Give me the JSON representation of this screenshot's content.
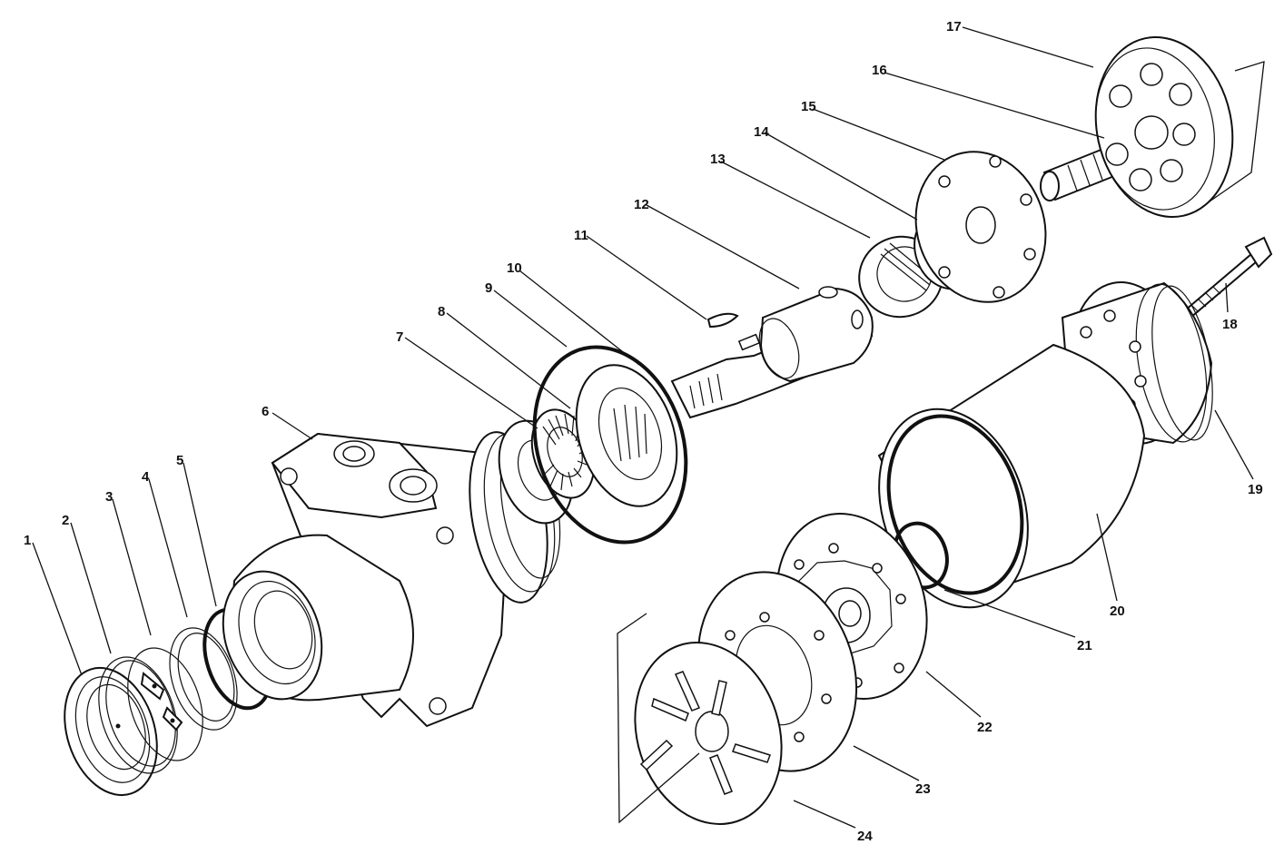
{
  "diagram": {
    "type": "exploded-parts-view",
    "callouts": [
      {
        "id": "1",
        "label": "1"
      },
      {
        "id": "2",
        "label": "2"
      },
      {
        "id": "3",
        "label": "3"
      },
      {
        "id": "4",
        "label": "4"
      },
      {
        "id": "5",
        "label": "5"
      },
      {
        "id": "6",
        "label": "6"
      },
      {
        "id": "7",
        "label": "7"
      },
      {
        "id": "8",
        "label": "8"
      },
      {
        "id": "9",
        "label": "9"
      },
      {
        "id": "10",
        "label": "10"
      },
      {
        "id": "11",
        "label": "11"
      },
      {
        "id": "12",
        "label": "12"
      },
      {
        "id": "13",
        "label": "13"
      },
      {
        "id": "14",
        "label": "14"
      },
      {
        "id": "15",
        "label": "15"
      },
      {
        "id": "16",
        "label": "16"
      },
      {
        "id": "17",
        "label": "17"
      },
      {
        "id": "18",
        "label": "18"
      },
      {
        "id": "19",
        "label": "19"
      },
      {
        "id": "20",
        "label": "20"
      },
      {
        "id": "21",
        "label": "21"
      },
      {
        "id": "22",
        "label": "22"
      },
      {
        "id": "23",
        "label": "23"
      },
      {
        "id": "24",
        "label": "24"
      }
    ]
  }
}
